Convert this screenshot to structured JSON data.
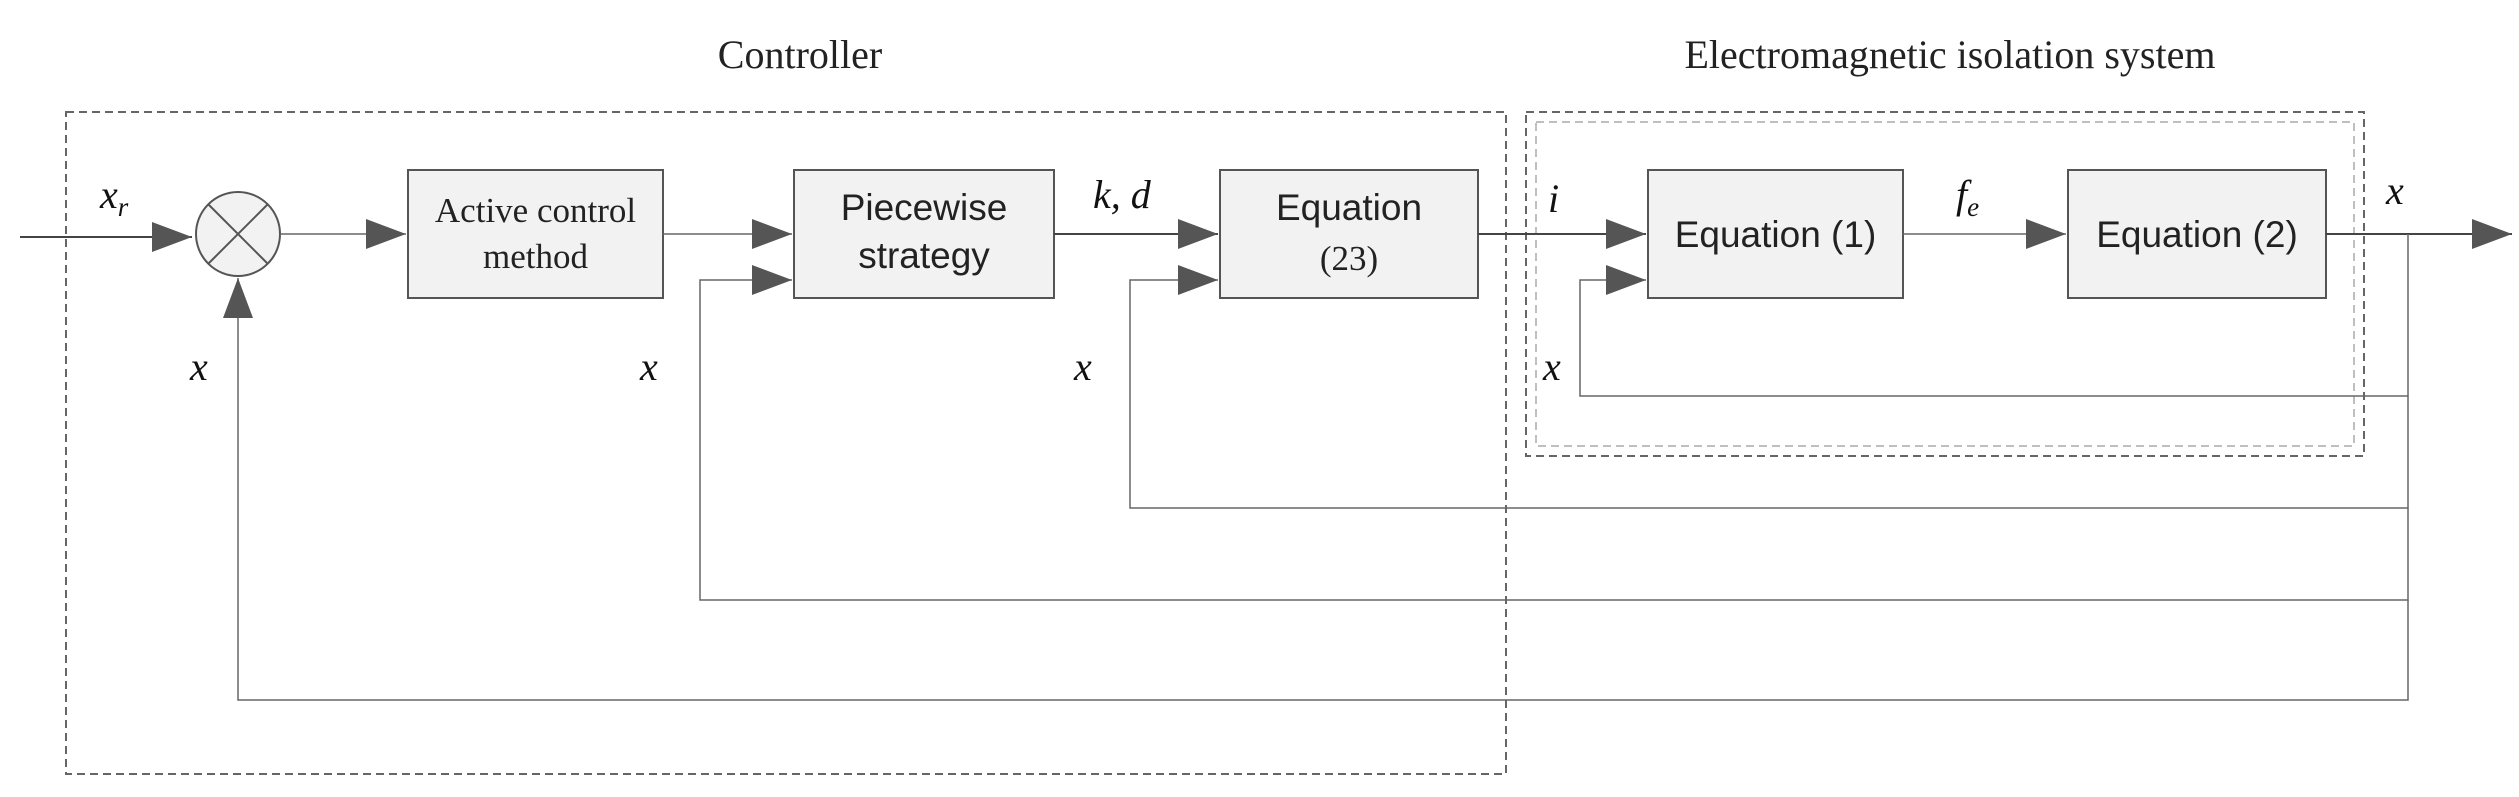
{
  "groups": {
    "controller_title": "Controller",
    "plant_title": "Electromagnetic isolation system"
  },
  "blocks": {
    "active_control": [
      "Active control",
      "method"
    ],
    "piecewise": [
      "Piecewise",
      "strategy"
    ],
    "equation23": [
      "Equation",
      "(23)"
    ],
    "equation1": "Equation (1)",
    "equation2": "Equation (2)"
  },
  "signals": {
    "reference": {
      "base": "x",
      "sub": "r"
    },
    "feedback": "x",
    "gains": "k, d",
    "current": "i",
    "force": {
      "base": "f",
      "sub": "e"
    },
    "output": "x"
  },
  "colors": {
    "block_fill": "#f2f2f2",
    "block_stroke": "#555555",
    "wire": "#444444",
    "dashed_border": "#666666"
  }
}
